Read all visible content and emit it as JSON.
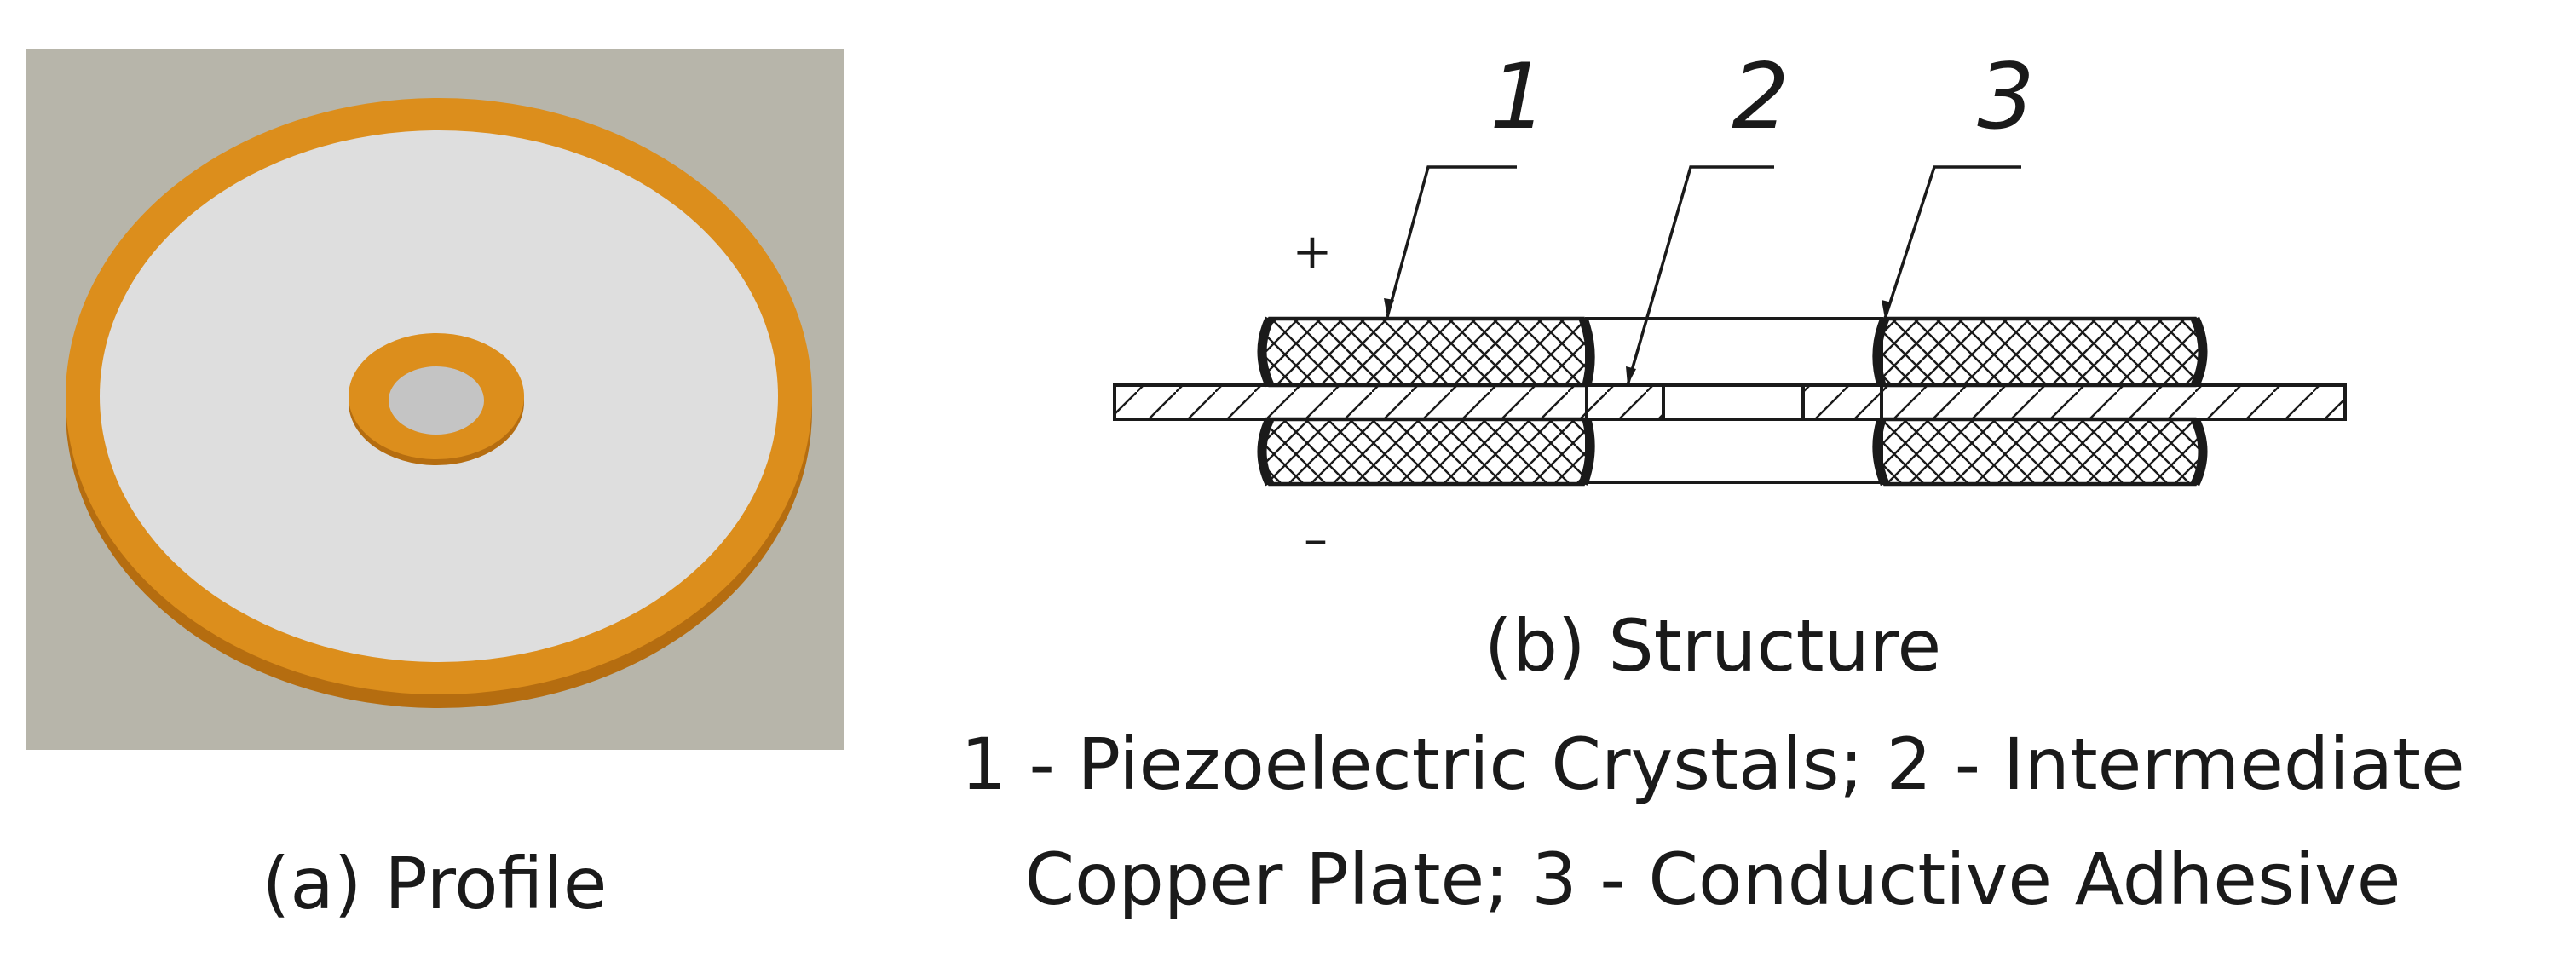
{
  "panels": {
    "profile": {
      "caption": "(a) Profile",
      "colors": {
        "background": "#b7b5aa",
        "ring": "#dc8e1c",
        "ring_edge": "#b56d10",
        "face": "#dedede",
        "hole": "#c4c4c4"
      }
    },
    "structure": {
      "caption": "(b) Structure",
      "labels": [
        "1",
        "2",
        "3"
      ],
      "plus_sign": "+",
      "minus_sign": "–",
      "legend_line1": "1 - Piezoelectric Crystals; 2 - Intermediate",
      "legend_line2": "Copper Plate; 3 - Conductive Adhesive",
      "colors": {
        "line": "#1a1a1a",
        "fill": "#ffffff"
      }
    }
  }
}
